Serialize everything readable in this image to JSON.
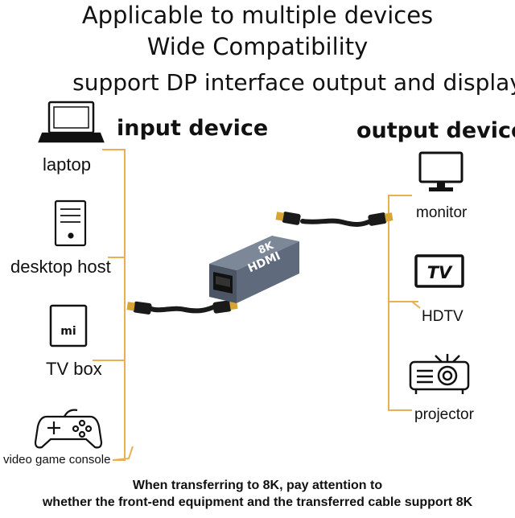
{
  "headings": {
    "line1": "Applicable to multiple devices",
    "line2": "Wide Compatibility",
    "line3": "support DP interface output and display"
  },
  "input": {
    "title": "input device",
    "devices": [
      {
        "label": "laptop",
        "icon": "laptop-icon"
      },
      {
        "label": "desktop host",
        "icon": "desktop-tower-icon"
      },
      {
        "label": "TV box",
        "icon": "tv-box-icon",
        "badge": "mi"
      },
      {
        "label": "video game console",
        "icon": "gamepad-icon"
      }
    ]
  },
  "output": {
    "title": "output device",
    "devices": [
      {
        "label": "monitor",
        "icon": "monitor-icon"
      },
      {
        "label": "HDTV",
        "icon": "tv-icon",
        "badge": "TV"
      },
      {
        "label": "projector",
        "icon": "projector-icon"
      }
    ]
  },
  "adapter": {
    "spec": "8K",
    "brand": "HDMI"
  },
  "footer": {
    "line1": "When transferring to 8K, pay attention to",
    "line2": "whether the front-end equipment and the transferred cable support 8K"
  },
  "colors": {
    "connector_line": "#e8b055",
    "adapter_body": "#5f6b7c",
    "cable": "#1a1a1a",
    "plug_gold": "#d9a532"
  }
}
